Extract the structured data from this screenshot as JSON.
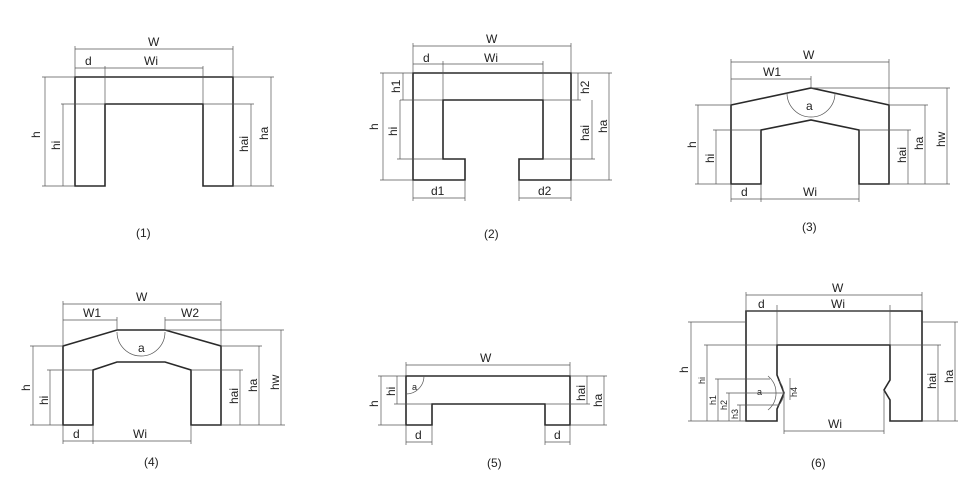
{
  "figures": [
    {
      "caption": "(1)",
      "labels": {
        "W": "W",
        "d": "d",
        "Wi": "Wi",
        "h": "h",
        "hi": "hi",
        "hai": "hai",
        "ha": "ha"
      }
    },
    {
      "caption": "(2)",
      "labels": {
        "W": "W",
        "d": "d",
        "Wi": "Wi",
        "h1": "h1",
        "h2": "h2",
        "h": "h",
        "hi": "hi",
        "hai": "hai",
        "ha": "ha",
        "d1": "d1",
        "d2": "d2"
      }
    },
    {
      "caption": "(3)",
      "labels": {
        "W": "W",
        "W1": "W1",
        "a": "a",
        "h": "h",
        "hi": "hi",
        "hai": "hai",
        "ha": "ha",
        "hw": "hw",
        "d": "d",
        "Wi": "Wi"
      }
    },
    {
      "caption": "(4)",
      "labels": {
        "W": "W",
        "W1": "W1",
        "W2": "W2",
        "a": "a",
        "h": "h",
        "hi": "hi",
        "hai": "hai",
        "ha": "ha",
        "hw": "hw",
        "d": "d",
        "Wi": "Wi"
      }
    },
    {
      "caption": "(5)",
      "labels": {
        "W": "W",
        "h": "h",
        "hi": "hi",
        "a": "a",
        "hai": "hai",
        "ha": "ha",
        "d_left": "d",
        "d_right": "d"
      }
    },
    {
      "caption": "(6)",
      "labels": {
        "W": "W",
        "d": "d",
        "Wi_top": "Wi",
        "h": "h",
        "hi": "hi",
        "h1": "h1",
        "h2": "h2",
        "h3": "h3",
        "a": "a",
        "h4": "h4",
        "hai": "hai",
        "ha": "ha",
        "Wi_bottom": "Wi"
      }
    }
  ]
}
